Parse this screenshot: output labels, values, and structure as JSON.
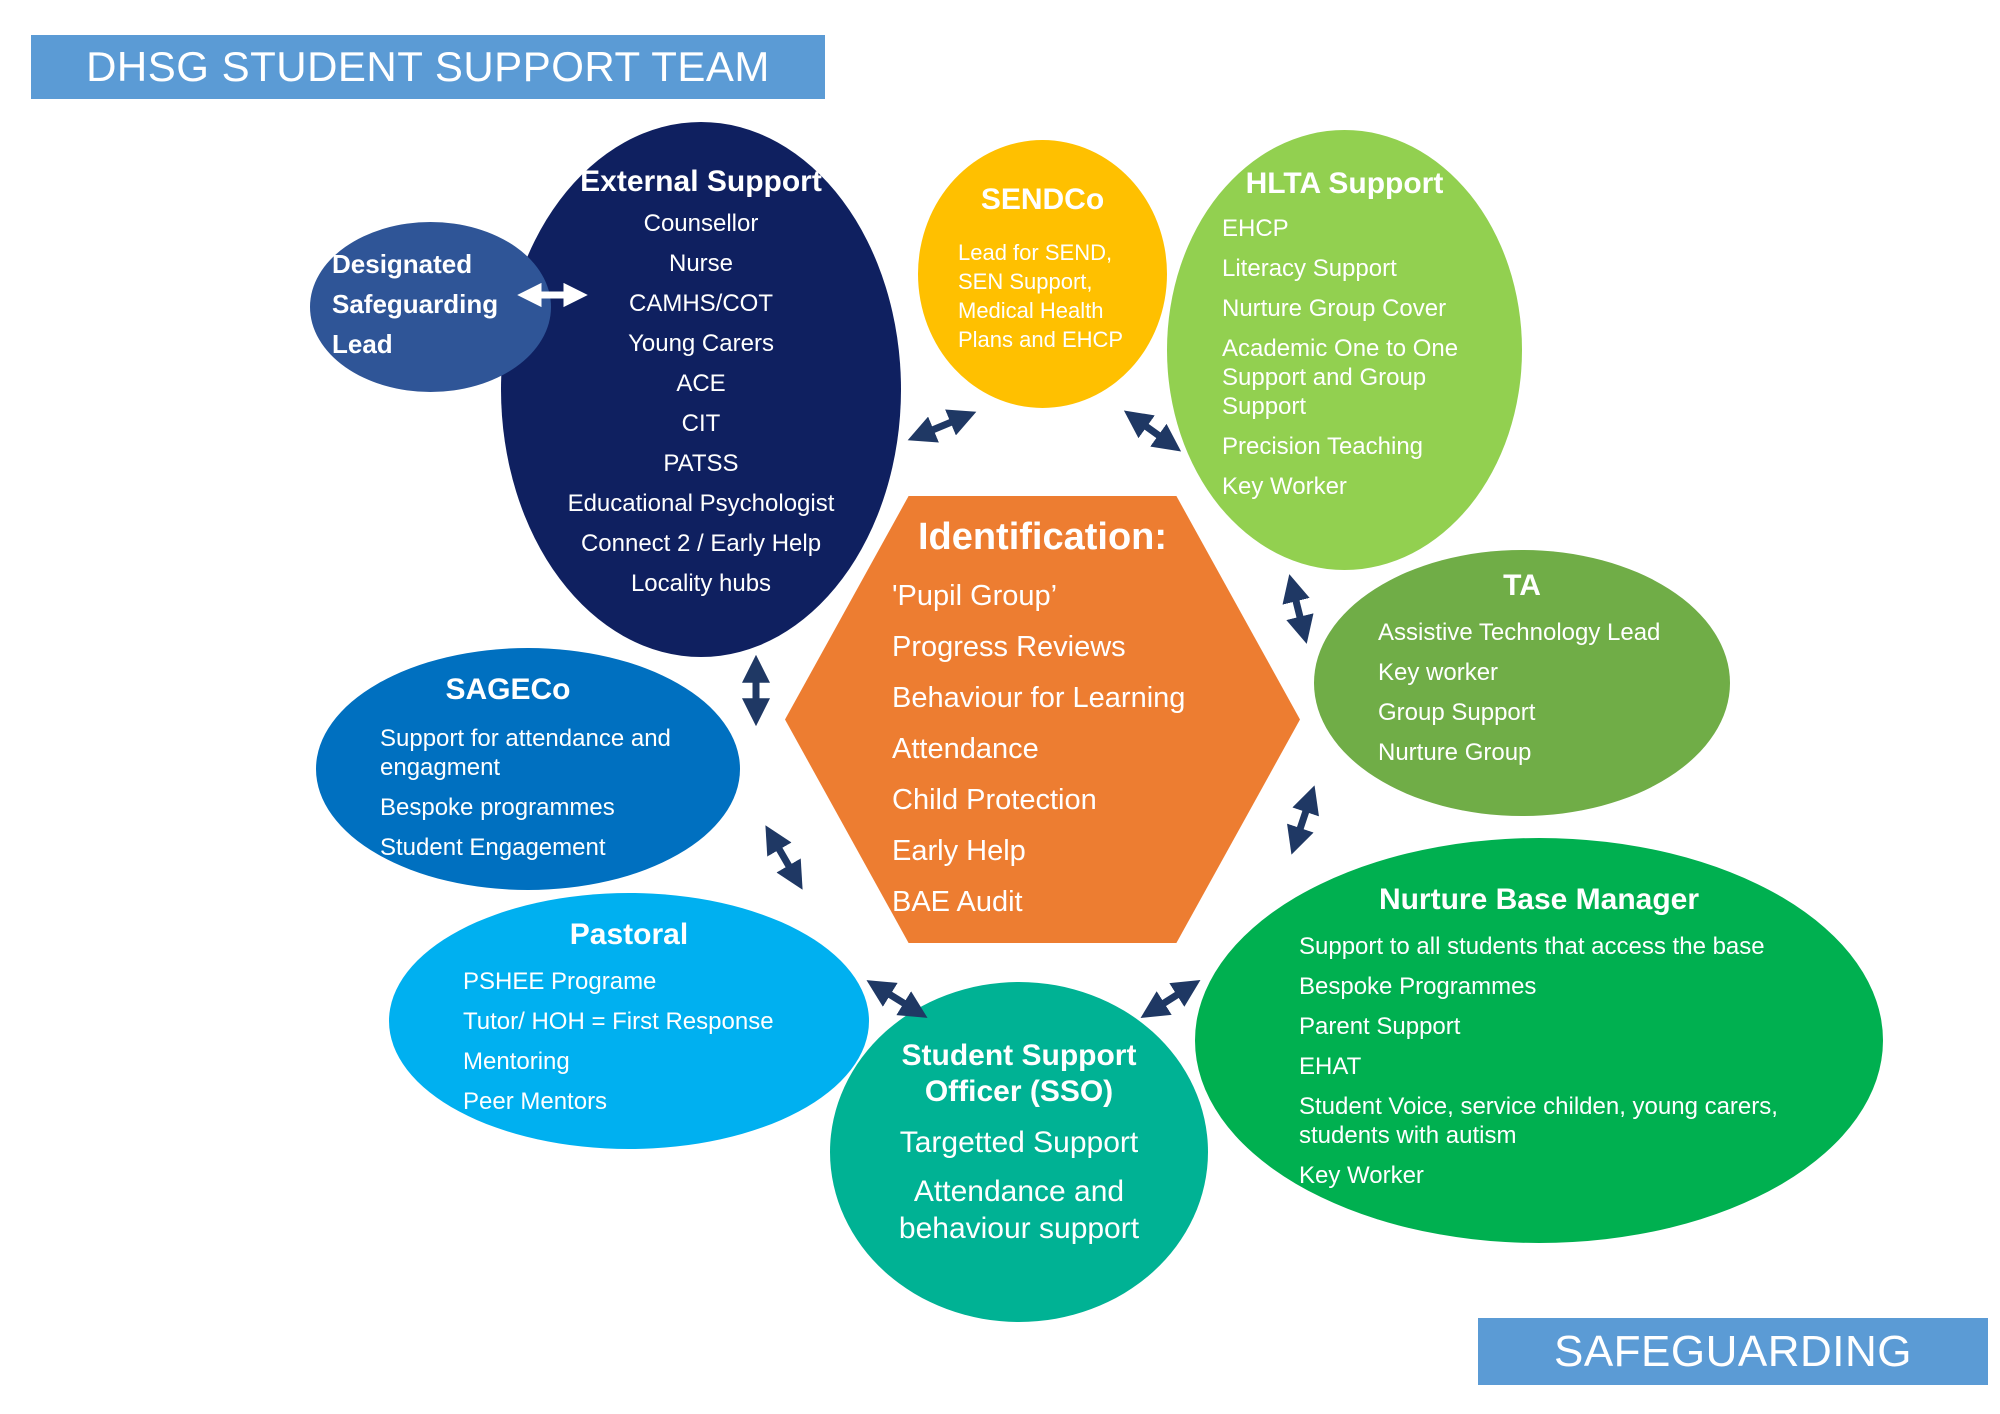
{
  "title": "DHSG STUDENT SUPPORT TEAM",
  "footer": "SAFEGUARDING",
  "colors": {
    "banner": "#5b9bd5",
    "external": "#0f2060",
    "dsl": "#2f5597",
    "sendco": "#ffc000",
    "hlta": "#92d050",
    "ta": "#70ad47",
    "sageco": "#0070c0",
    "pastoral": "#00b0f0",
    "sso": "#00b294",
    "nurture": "#00b050",
    "identification": "#ed7d31",
    "arrow": "#1f3864"
  },
  "external": {
    "heading": "External Support",
    "items": [
      "Counsellor",
      "Nurse",
      "CAMHS/COT",
      "Young Carers",
      "ACE",
      "CIT",
      "PATSS",
      "Educational Psychologist",
      "Connect 2 / Early Help",
      "Locality hubs"
    ]
  },
  "dsl": {
    "line1": "Designated",
    "line2": "Safeguarding",
    "line3": "Lead"
  },
  "sendco": {
    "heading": "SENDCo",
    "desc": "Lead for SEND, SEN Support, Medical Health Plans and EHCP"
  },
  "hlta": {
    "heading": "HLTA Support",
    "items": [
      "EHCP",
      "Literacy Support",
      "Nurture Group Cover",
      "Academic One to One Support and Group Support",
      "Precision Teaching",
      "Key Worker"
    ]
  },
  "ta": {
    "heading": "TA",
    "items": [
      "Assistive Technology Lead",
      "Key worker",
      "Group Support",
      "Nurture Group"
    ]
  },
  "identification": {
    "heading": "Identification:",
    "items": [
      "'Pupil Group’",
      "Progress Reviews",
      "Behaviour for Learning",
      "Attendance",
      "Child Protection",
      "Early Help",
      "BAE Audit"
    ]
  },
  "sageco": {
    "heading": "SAGECo",
    "items": [
      "Support for attendance and engagment",
      "Bespoke programmes",
      "Student Engagement"
    ]
  },
  "pastoral": {
    "heading": "Pastoral",
    "items": [
      "PSHEE Programe",
      "Tutor/ HOH = First Response",
      "Mentoring",
      "Peer Mentors"
    ]
  },
  "sso": {
    "heading": "Student Support Officer (SSO)",
    "items": [
      "Targetted Support",
      "Attendance and behaviour support"
    ]
  },
  "nurture": {
    "heading": "Nurture Base Manager",
    "items": [
      "Support to all students that access the base",
      "Bespoke Programmes",
      "Parent Support",
      "EHAT",
      "Student Voice, service childen, young carers, students with autism",
      "Key Worker"
    ]
  }
}
